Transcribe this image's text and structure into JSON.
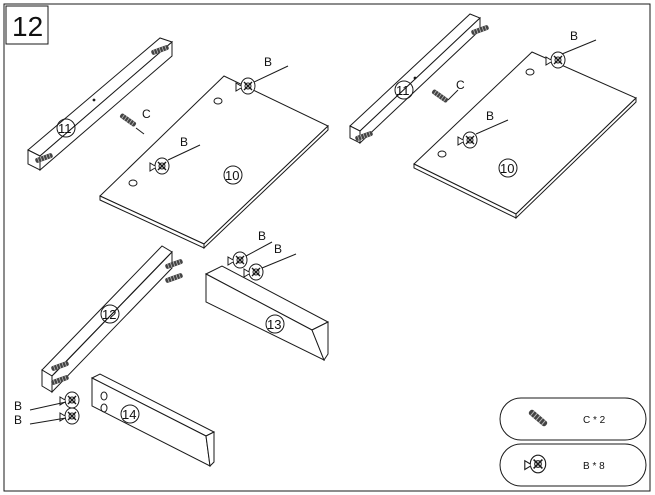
{
  "step_number": "12",
  "part_labels": {
    "p10": "10",
    "p11": "11",
    "p12": "12",
    "p13": "13",
    "p14": "14"
  },
  "hardware_labels": {
    "b": "B",
    "c": "C"
  },
  "parts_legend": [
    {
      "code": "C",
      "count": "C * 2",
      "icon": "dowel-icon"
    },
    {
      "code": "B",
      "count": "B * 8",
      "icon": "cam-lock-icon"
    }
  ]
}
